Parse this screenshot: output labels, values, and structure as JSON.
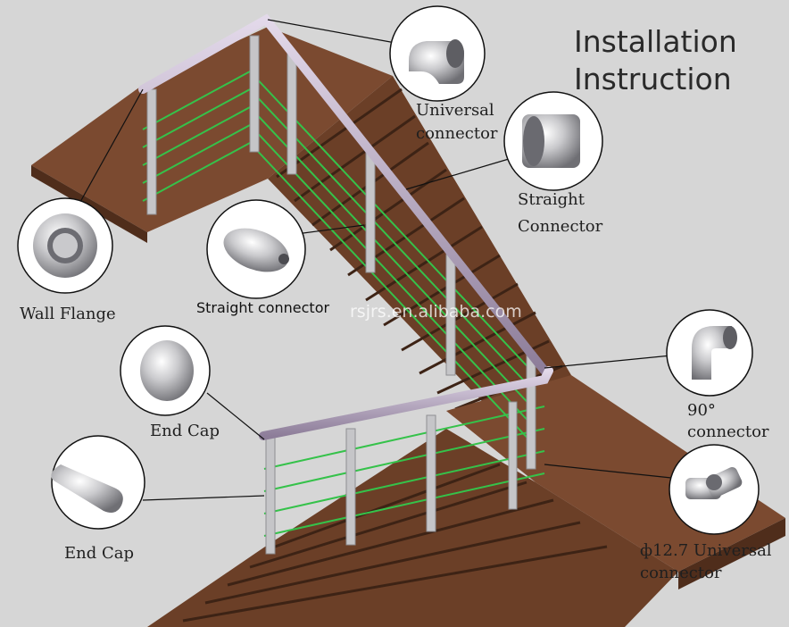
{
  "title": {
    "line1": "Installation",
    "line2": "Instruction"
  },
  "labels": {
    "universal_connector_line1": "Universal",
    "universal_connector_line2": "connector",
    "straight_connector_top_line1": "Straight",
    "straight_connector_top_line2": "Connector",
    "wall_flange": "Wall Flange",
    "straight_connector_mid": "Straight connector",
    "end_cap_upper": "End Cap",
    "end_cap_lower": "End Cap",
    "ninety_line1": "90°",
    "ninety_line2": "connector",
    "phi_universal_line1": "ф12.7 Universal",
    "phi_universal_line2": "connector"
  },
  "watermark": "rsjrs.en.alibaba.com",
  "colors": {
    "background": "#d6d6d6",
    "stair_top": "#7b4a30",
    "stair_side": "#4f2d1b",
    "handrail": "#b7a7bf",
    "cable": "#35c24a",
    "post": "#c5c5c8",
    "callout_line": "#111111"
  }
}
